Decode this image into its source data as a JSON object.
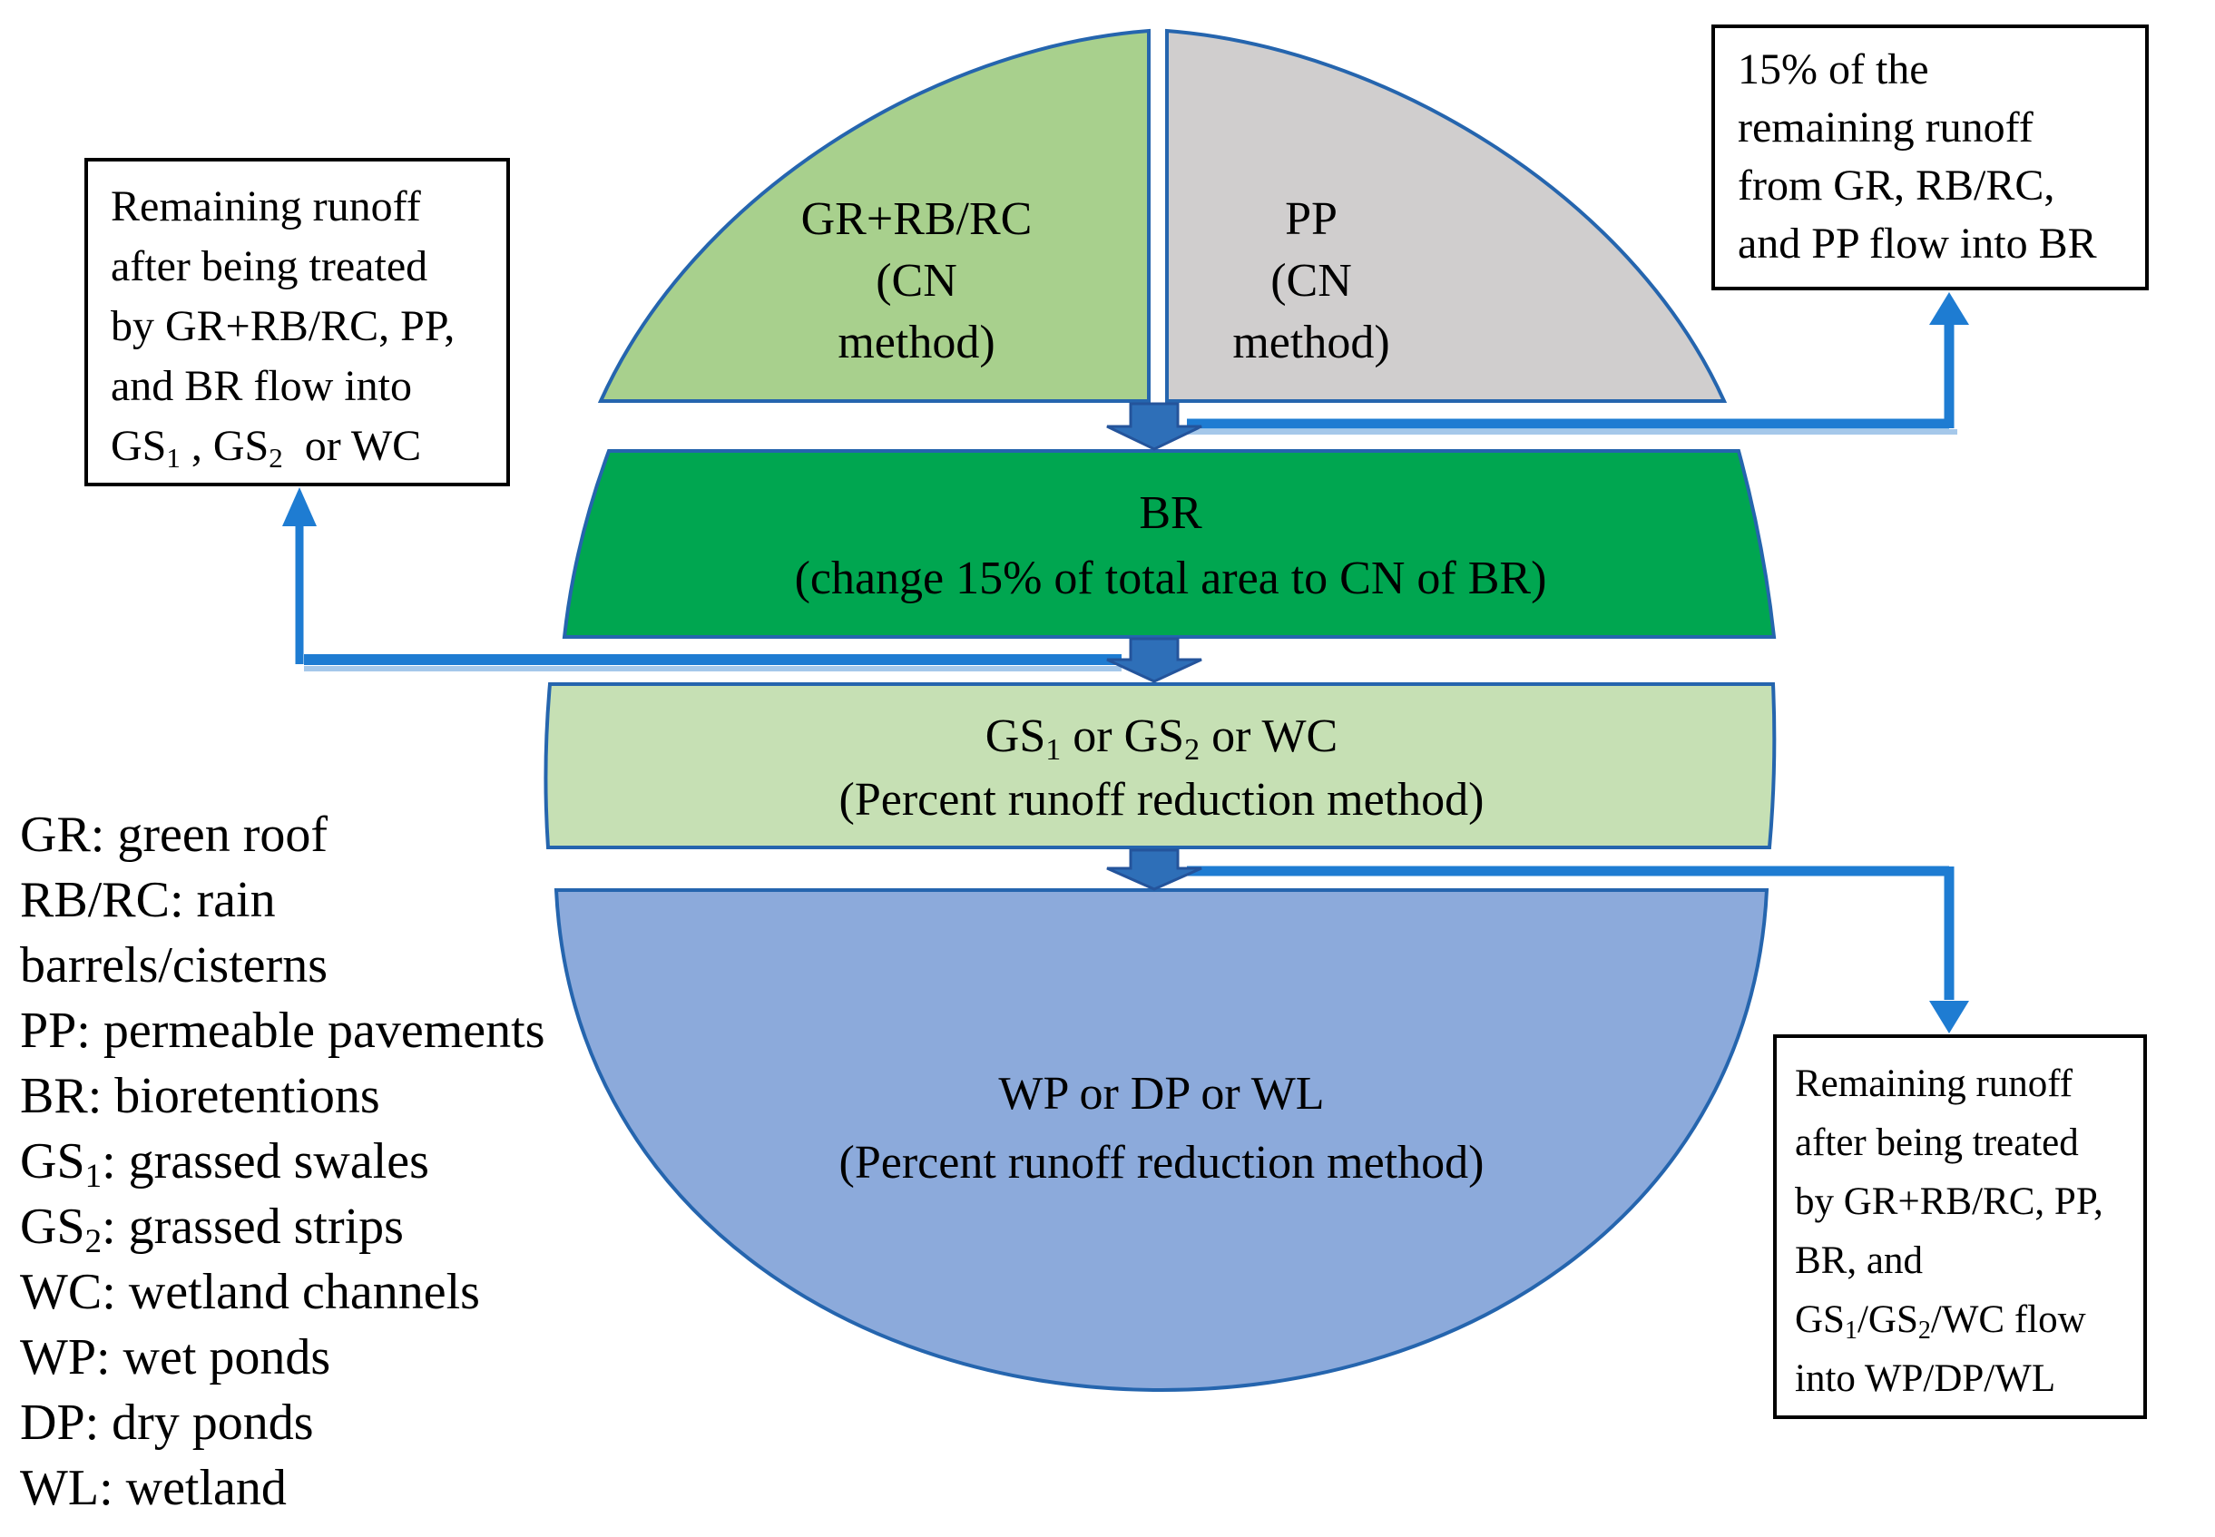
{
  "figure": {
    "dome_left": {
      "line1": "GR+RB/RC",
      "line2": "(CN",
      "line3": "method)"
    },
    "dome_right": {
      "line1": "PP",
      "line2": "(CN",
      "line3": "method)"
    },
    "br": {
      "line1": "BR",
      "line2": "(change 15% of total area to CN of BR)"
    },
    "gs": {
      "line1": {
        "pre": "GS",
        "sub1": "1",
        "mid": " or GS",
        "sub2": "2",
        "post": " or WC"
      },
      "line2": "(Percent runoff reduction method)"
    },
    "wp": {
      "line1": "WP or DP or WL",
      "line2": "(Percent runoff reduction method)"
    }
  },
  "annotations": {
    "left_box": {
      "line1": "Remaining runoff",
      "line2": "after being treated",
      "line3": "by GR+RB/RC, PP,",
      "line4": "and BR flow into",
      "line5": {
        "pre": "GS",
        "sub1": "1",
        "mid": " , GS",
        "sub2": "2",
        "post": "  or WC"
      }
    },
    "top_right_box": {
      "line1": "15% of the",
      "line2": "remaining runoff",
      "line3": "from GR, RB/RC,",
      "line4": "and PP flow into BR"
    },
    "bottom_right_box": {
      "line1": "Remaining runoff",
      "line2": "after being treated",
      "line3": "by GR+RB/RC, PP,",
      "line4": "BR, and",
      "line5": {
        "pre": "GS",
        "sub1": "1",
        "mid": "/GS",
        "sub2": "2",
        "post": "/WC flow"
      },
      "line6": "into WP/DP/WL"
    }
  },
  "legend": {
    "items": [
      {
        "text": "GR: green roof"
      },
      {
        "text": "RB/RC: rain"
      },
      {
        "text": "barrels/cisterns"
      },
      {
        "text": "PP: permeable pavements"
      },
      {
        "text": "BR: bioretentions"
      },
      {
        "pre": "GS",
        "sub": "1",
        "post": ": grassed swales"
      },
      {
        "pre": "GS",
        "sub": "2",
        "post": ": grassed strips"
      },
      {
        "text": "WC: wetland channels"
      },
      {
        "text": "WP: wet ponds"
      },
      {
        "text": "DP: dry ponds"
      },
      {
        "text": "WL: wetland"
      }
    ]
  },
  "colors": {
    "dome_left_fill": "#A8D08D",
    "dome_right_fill": "#D0CECE",
    "br_fill": "#00A650",
    "gs_fill": "#C6E0B4",
    "wp_fill": "#8CAADB",
    "shape_border": "#2565AE",
    "connector_blue": "#1E7CD2",
    "connector_light_blue": "#A5C8EA",
    "block_arrow_fill": "#2E6FB8",
    "block_arrow_stroke": "#24549B",
    "annotation_box_border": "#000000",
    "text": "#000000"
  }
}
